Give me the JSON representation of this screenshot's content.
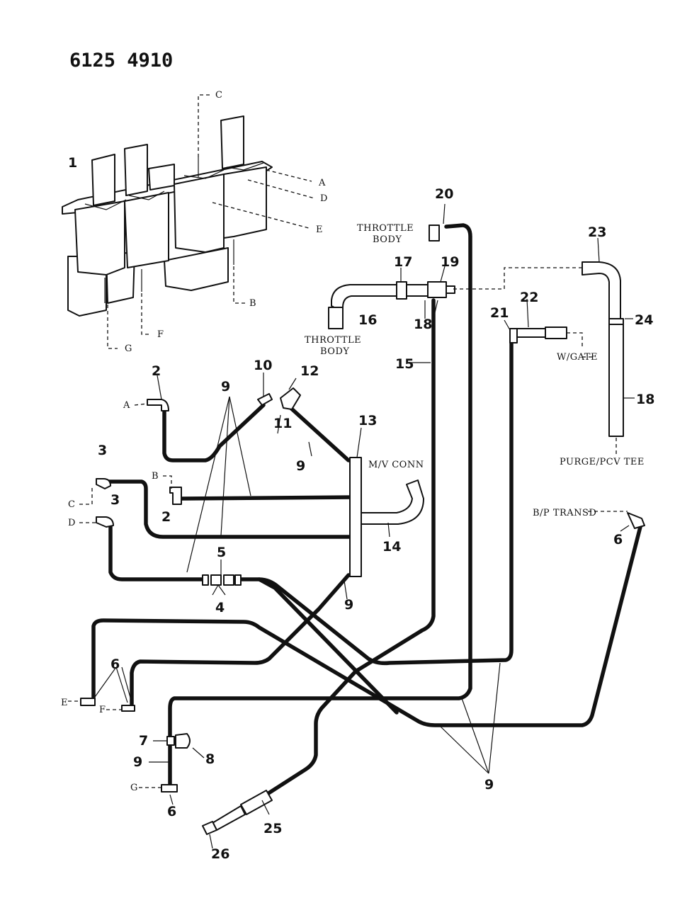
{
  "document_number": "6125 4910",
  "part_numbers": [
    "1",
    "2",
    "3",
    "4",
    "5",
    "6",
    "7",
    "8",
    "9",
    "10",
    "11",
    "12",
    "13",
    "14",
    "15",
    "16",
    "17",
    "18",
    "19",
    "20",
    "21",
    "22",
    "23",
    "24",
    "25",
    "26"
  ],
  "callout_letters": [
    "A",
    "B",
    "C",
    "D",
    "E",
    "F",
    "G"
  ],
  "labels": {
    "throttle_body": "THROTTLE BODY",
    "wastegate": "W/GATE",
    "mv_conn": "M/V CONN",
    "bp_transd": "B/P TRANSD",
    "purge_pcv_tee": "PURGE/PCV TEE"
  }
}
